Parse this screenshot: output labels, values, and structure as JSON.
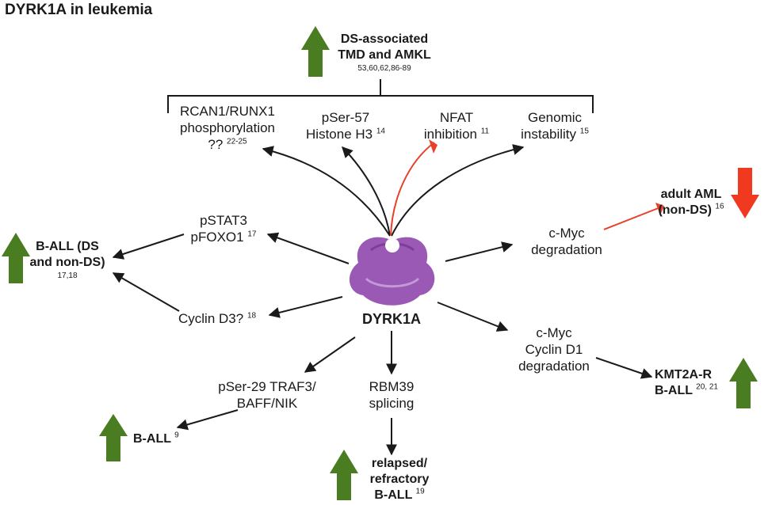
{
  "title": "DYRK1A in leukemia",
  "center": {
    "label": "DYRK1A"
  },
  "top_outcome": {
    "line1": "DS-associated",
    "line2": "TMD and AMKL",
    "refs": "53,60,62,86-89"
  },
  "top_effects": [
    {
      "line1": "RCAN1/RUNX1",
      "line2": "phosphorylation",
      "line3": "??",
      "ref": "22-25"
    },
    {
      "line1": "pSer-57",
      "line2": "Histone H3",
      "ref": "14"
    },
    {
      "line1": "NFAT",
      "line2": "inhibition",
      "ref": "11"
    },
    {
      "line1": "Genomic",
      "line2": "instability",
      "ref": "15"
    }
  ],
  "left_effects": [
    {
      "line1": "pSTAT3",
      "line2": "pFOXO1",
      "ref": "17"
    },
    {
      "line1": "Cyclin D3?",
      "ref": "18"
    }
  ],
  "ball_outcome": {
    "line1": "B-ALL (DS",
    "line2": "and non-DS)",
    "refs": "17,18"
  },
  "right_upper": {
    "line1": "c-Myc",
    "line2": "degradation"
  },
  "aml_outcome": {
    "line1": "adult AML",
    "line2": "(non-DS)",
    "ref": "16"
  },
  "right_lower": {
    "line1": "c-Myc",
    "line2": "Cyclin D1",
    "line3": "degradation"
  },
  "kmt2a_outcome": {
    "line1": "KMT2A-R",
    "line2": "B-ALL",
    "ref": "20, 21"
  },
  "traf3": {
    "line1": "pSer-29 TRAF3/",
    "line2": "BAFF/NIK"
  },
  "ball9_outcome": {
    "line1": "B-ALL",
    "ref": "9"
  },
  "rbm39": {
    "line1": "RBM39",
    "line2": "splicing"
  },
  "relapsed_outcome": {
    "line1": "relapsed/",
    "line2": "refractory",
    "line3": "B-ALL",
    "ref": "19"
  },
  "colors": {
    "up": "#4a7d22",
    "down": "#f0391f",
    "inhibit": "#e8402a",
    "protein": "#9b59b6",
    "arrow": "#1a1a1a"
  },
  "icons": [
    "up-arrow-icon",
    "down-arrow-icon",
    "protein-icon"
  ]
}
